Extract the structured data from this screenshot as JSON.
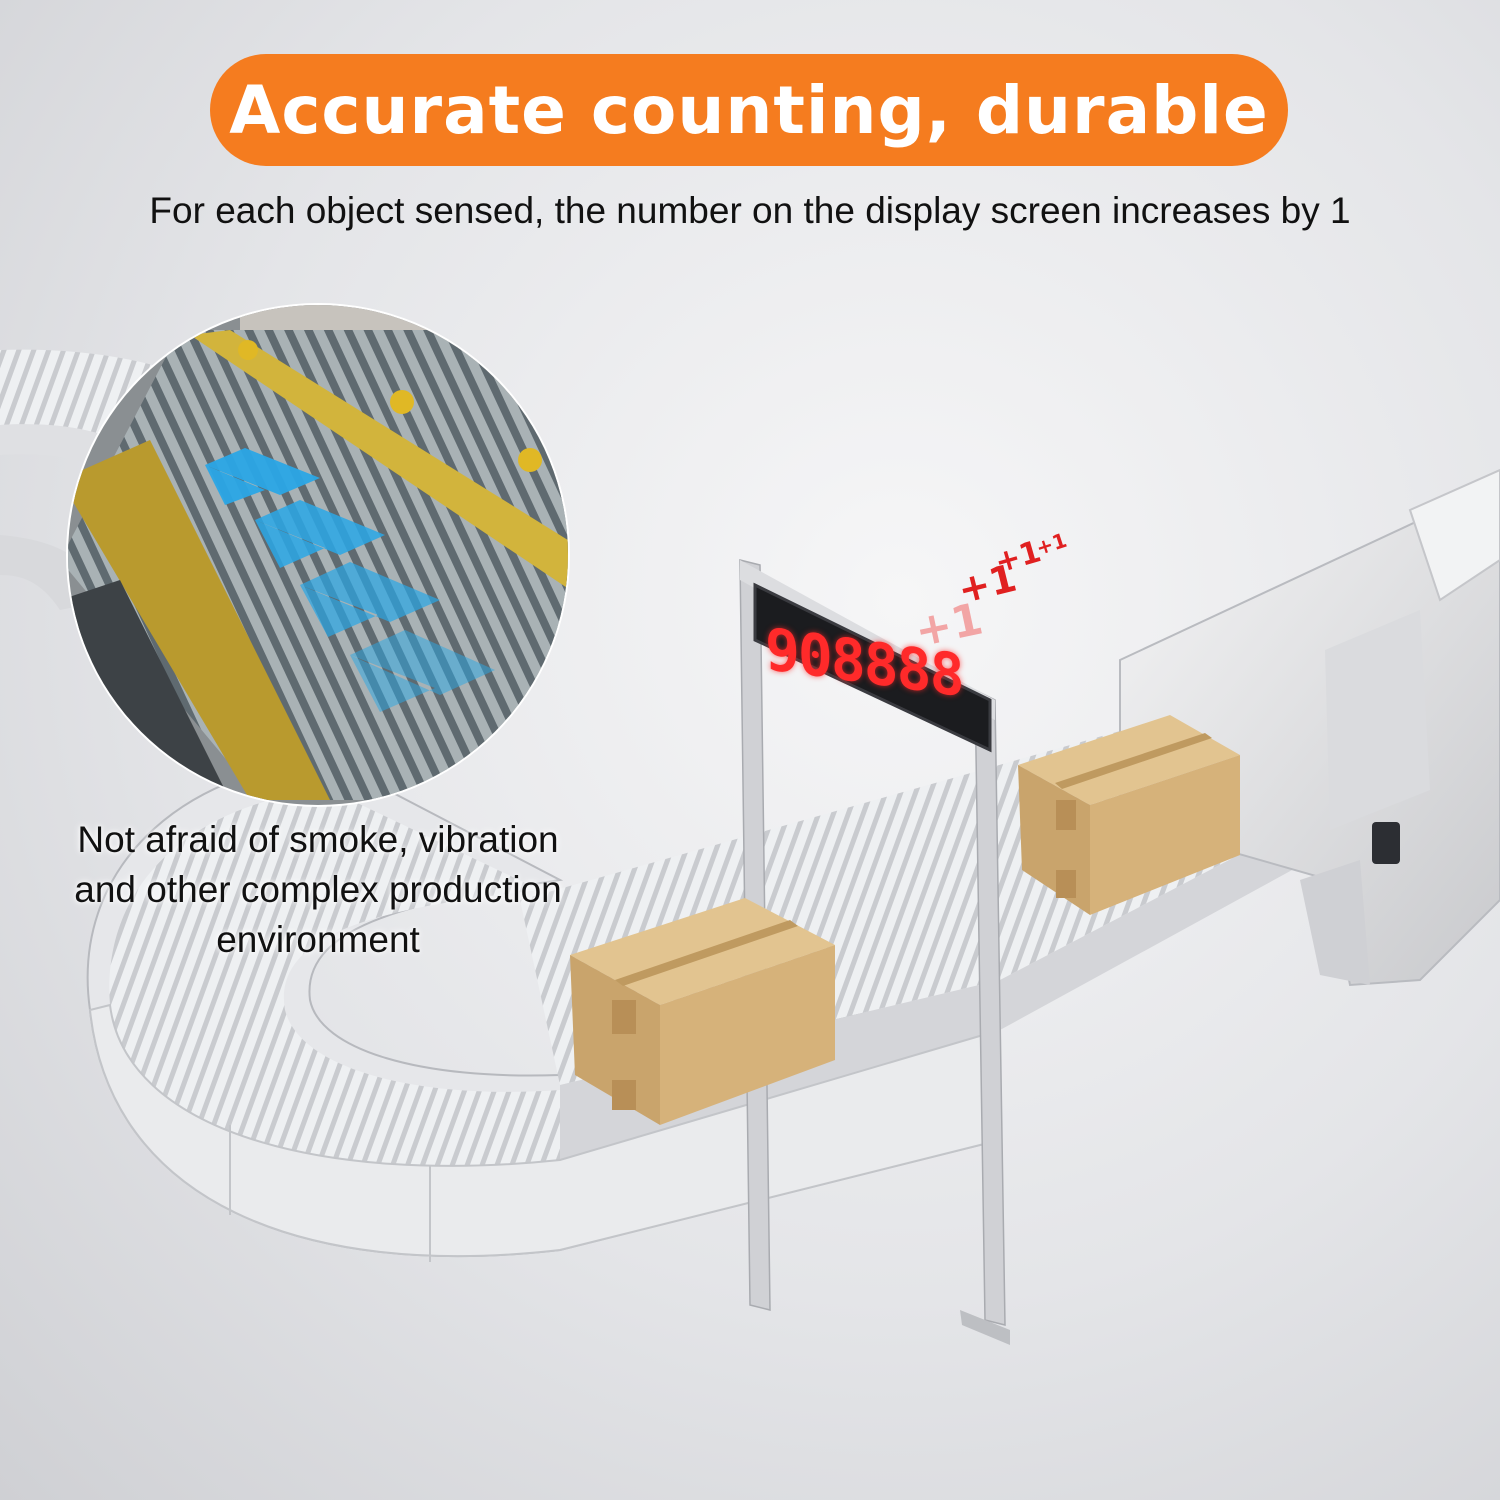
{
  "headline": "Accurate counting, durable",
  "subtitle": "For each object sensed, the number on the display screen increases by 1",
  "inset_caption": {
    "line1": "Not afraid of smoke, vibration",
    "line2": "and other complex production",
    "line3": "environment"
  },
  "counter_display": "908888",
  "increment_labels": [
    "+1",
    "+1",
    "+1",
    "+1"
  ],
  "colors": {
    "accent": "#f57c1f",
    "display_red": "#ff2a2a",
    "arrow_blue": "#2aa7e6",
    "box": "#d6b27a",
    "rail_yellow": "#d2b43c"
  }
}
